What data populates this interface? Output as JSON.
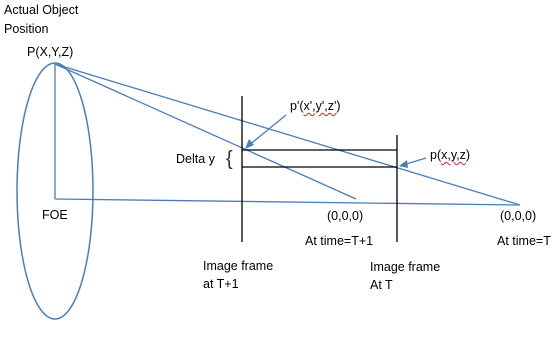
{
  "labels": {
    "actual_object_line1": "Actual Object",
    "actual_object_line2": "Position",
    "point_world_prefix": "P(X,Y,Z)",
    "point_prime_prefix": "p'(",
    "point_prime_inner": "x',y',z'",
    "point_prime_suffix": ")",
    "point_image_prefix": "p(",
    "point_image_inner": "x,y,z",
    "point_image_suffix": ")",
    "delta_y": "Delta y",
    "brace_glyph": "{",
    "foe": "FOE",
    "origin_t1": "(0,0,0)",
    "origin_t": "(0,0,0)",
    "time_t1": "At time=T+1",
    "time_t": "At time=T",
    "frame_t1_line1": "Image frame",
    "frame_t1_line2": "at T+1",
    "frame_t_line1": "Image frame",
    "frame_t_line2": "At T"
  },
  "colors": {
    "ray": "#4a7ebb",
    "frame": "#000000",
    "spell_underline": "#e02020"
  }
}
